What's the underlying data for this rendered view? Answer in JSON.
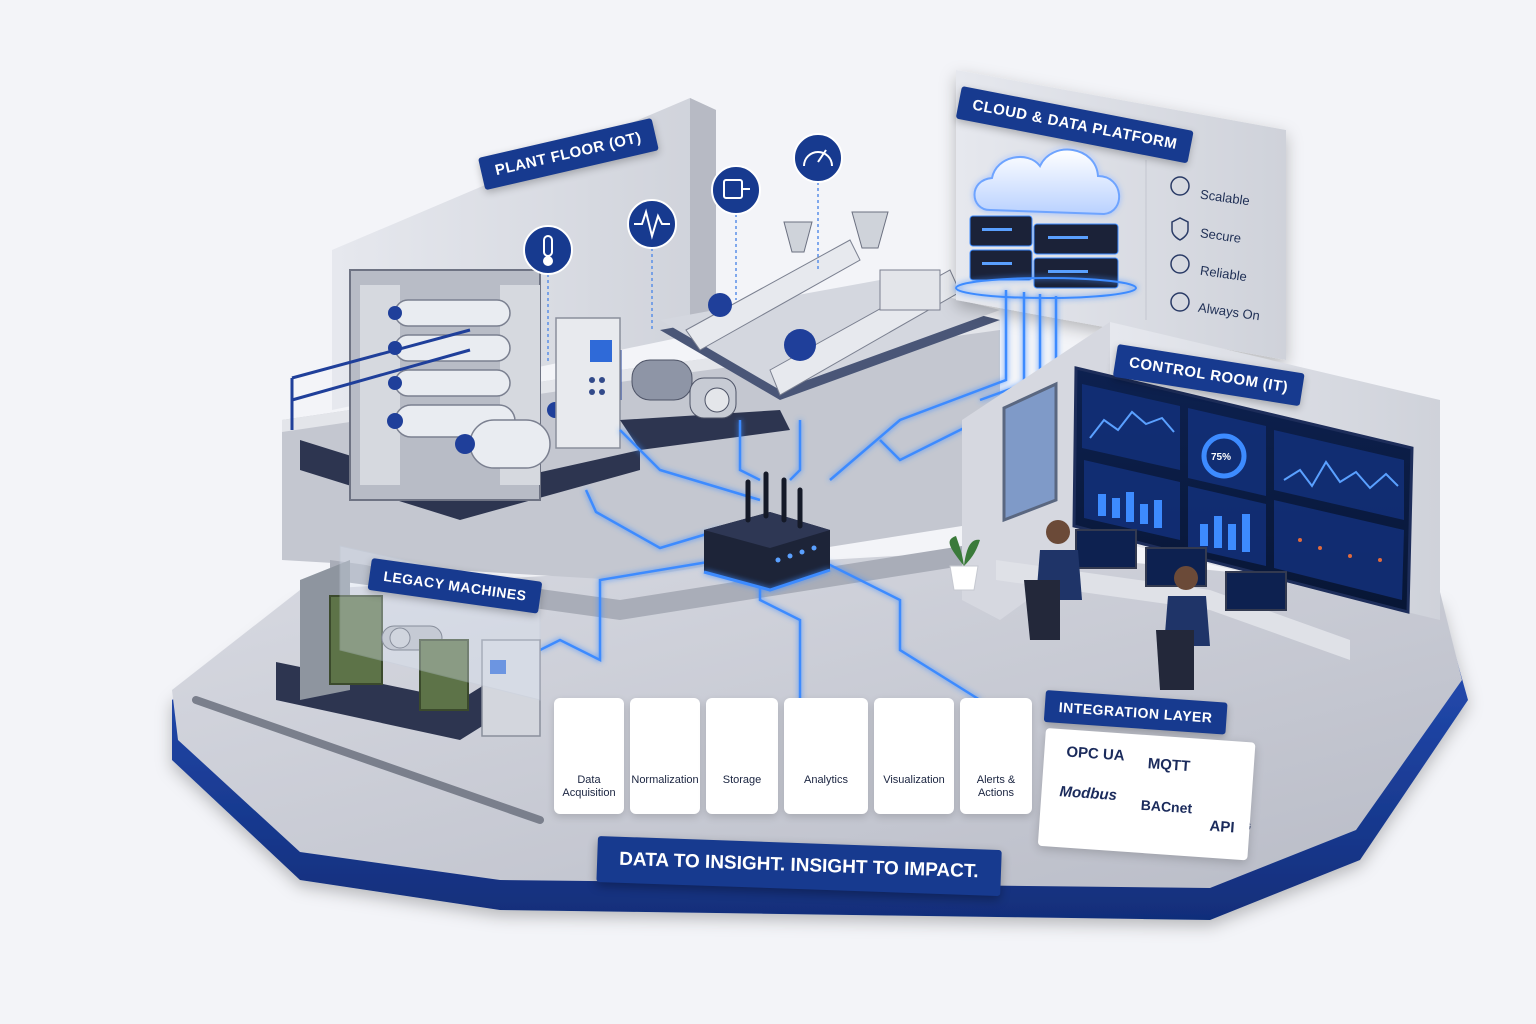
{
  "zones": {
    "plant_floor": "PLANT FLOOR (OT)",
    "cloud_platform": "CLOUD & DATA PLATFORM",
    "control_room": "CONTROL ROOM (IT)",
    "legacy_machines": "LEGACY MACHINES",
    "integration_layer": "INTEGRATION LAYER"
  },
  "cloud_features": [
    "Scalable",
    "Secure",
    "Reliable",
    "Always On"
  ],
  "pipeline": [
    {
      "label": "Data\nAcquisition",
      "icon": "database-icon"
    },
    {
      "label": "Normalization",
      "icon": "sliders-icon"
    },
    {
      "label": "Storage",
      "icon": "database-icon"
    },
    {
      "label": "Analytics",
      "icon": "magnifier-chart-icon"
    },
    {
      "label": "Visualization",
      "icon": "monitor-chart-icon"
    },
    {
      "label": "Alerts &\nActions",
      "icon": "bell-icon"
    }
  ],
  "protocols": [
    "OPC UA",
    "MQTT",
    "Modbus",
    "BACnet",
    "API"
  ],
  "dashboard": {
    "gauge_value": "75%"
  },
  "tagline": "DATA TO INSIGHT. INSIGHT TO IMPACT.",
  "colors": {
    "brand_blue": "#173a8f",
    "glow_blue": "#3d8bff",
    "floor_gray": "#c9ccd6"
  }
}
